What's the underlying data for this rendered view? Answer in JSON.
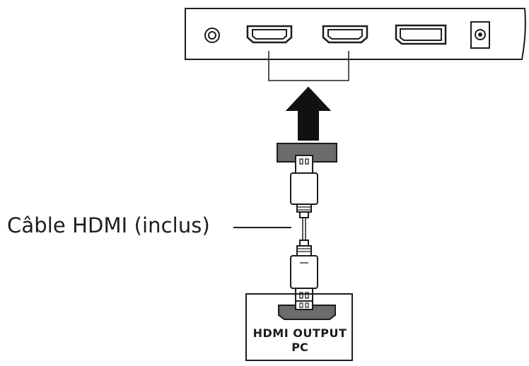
{
  "cable": {
    "label": "Câble HDMI (inclus)"
  },
  "source_box": {
    "line1": "HDMI OUTPUT",
    "line2": "PC"
  },
  "ports": [
    "audio-jack",
    "hdmi-port",
    "hdmi-port",
    "displayport-port",
    "dc-power-port"
  ],
  "colors": {
    "stroke": "#1c1c1c",
    "plug_gray": "#6b6b6b",
    "arrow": "#111111",
    "background": "#ffffff"
  }
}
